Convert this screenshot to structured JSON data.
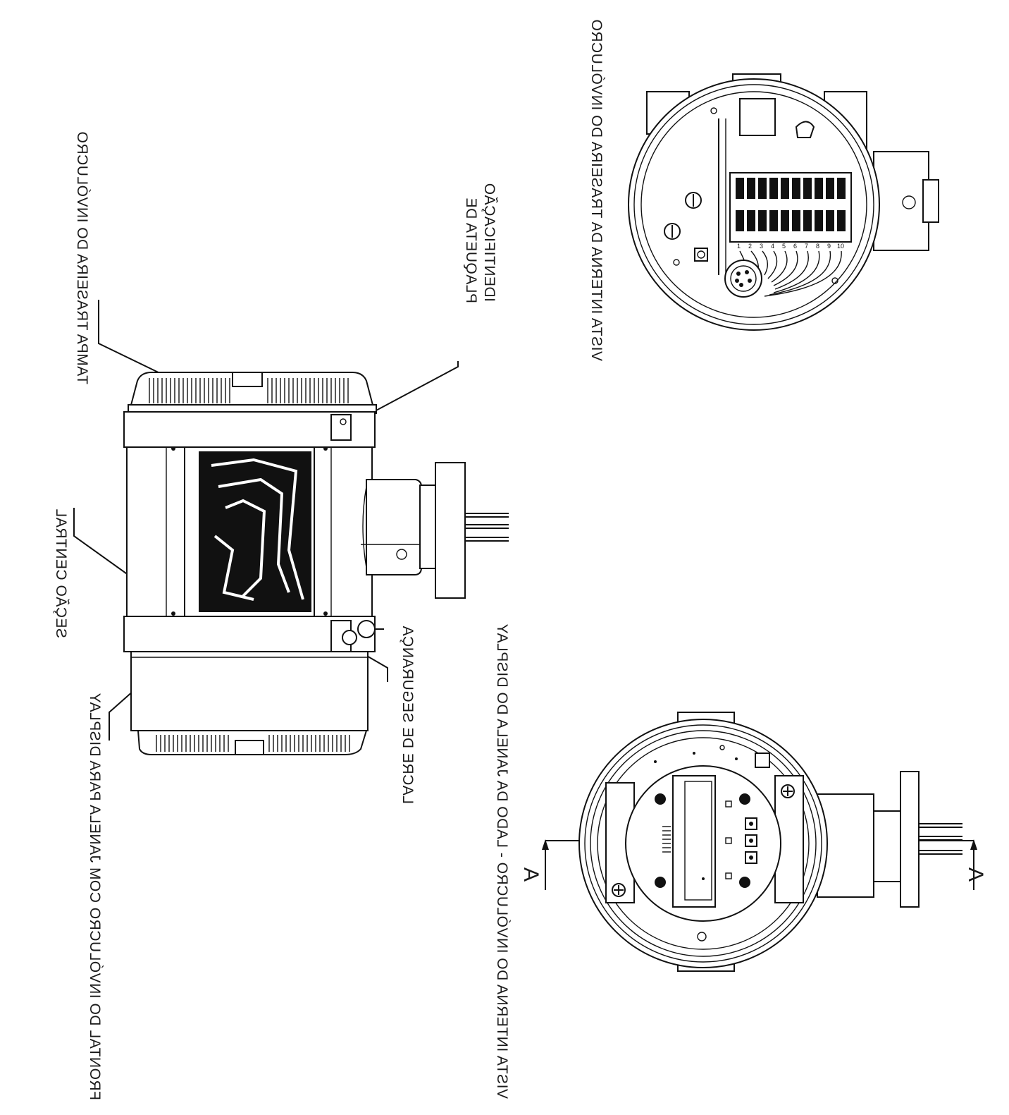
{
  "labels": {
    "rear_cover": "TAMPA TRASEIRA DO INVÓLUCRO",
    "id_plate_line1": "PLAQUETA DE",
    "id_plate_line2": "IDENTIFICAÇÃO",
    "central_section": "SEÇÃO CENTRAL",
    "security_seal": "LACRE DE SEGURANÇA",
    "front_cover": "FRONTAL DO INVÓLUCRO COM JANELA PARA DISPLAY",
    "internal_view_display": "VISTA INTERNA DO INVÓLUCRO - LADO DA JANELA DO DISPLAY",
    "internal_view_rear": "VISTA INTERNA DA TRASEIRA DO INVÓLUCRO",
    "section_mark_left": "A",
    "section_mark_right": "A"
  },
  "terminals": [
    "1",
    "2",
    "3",
    "4",
    "5",
    "6",
    "7",
    "8",
    "9",
    "10"
  ]
}
